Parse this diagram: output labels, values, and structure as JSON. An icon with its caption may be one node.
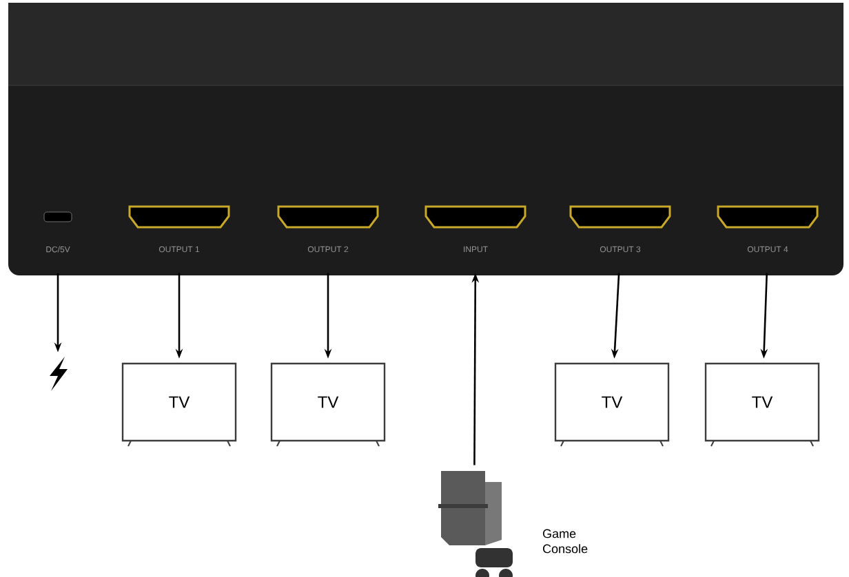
{
  "diagram": {
    "nodes": [
      {
        "text": [
          "DC/5V"
        ]
      },
      {
        "text": [
          "OUTPUT 1"
        ]
      },
      {
        "text": [
          "OUTPUT 2"
        ]
      },
      {
        "text": [
          "INPUT"
        ]
      },
      {
        "text": [
          "OUTPUT 3"
        ]
      },
      {
        "text": [
          "OUTPUT 4"
        ]
      },
      {
        "text": [],
        "shape": "picture"
      },
      {
        "text": [
          "TV"
        ]
      },
      {
        "text": [
          "TV"
        ]
      },
      {
        "text": [
          "TV"
        ]
      },
      {
        "text": [
          "TV"
        ]
      },
      {
        "text": [],
        "shape": "picture",
        "beside": [
          "Game Console"
        ]
      }
    ],
    "edges": [
      {
        "from": 0,
        "to": 6,
        "arrow": "to"
      },
      {
        "from": 1,
        "to": 7,
        "arrow": "to"
      },
      {
        "from": 2,
        "to": 8,
        "arrow": "to"
      },
      {
        "from": 11,
        "to": 3,
        "arrow": "to"
      },
      {
        "from": 4,
        "to": 9,
        "arrow": "to"
      },
      {
        "from": 5,
        "to": 10,
        "arrow": "to"
      }
    ]
  }
}
